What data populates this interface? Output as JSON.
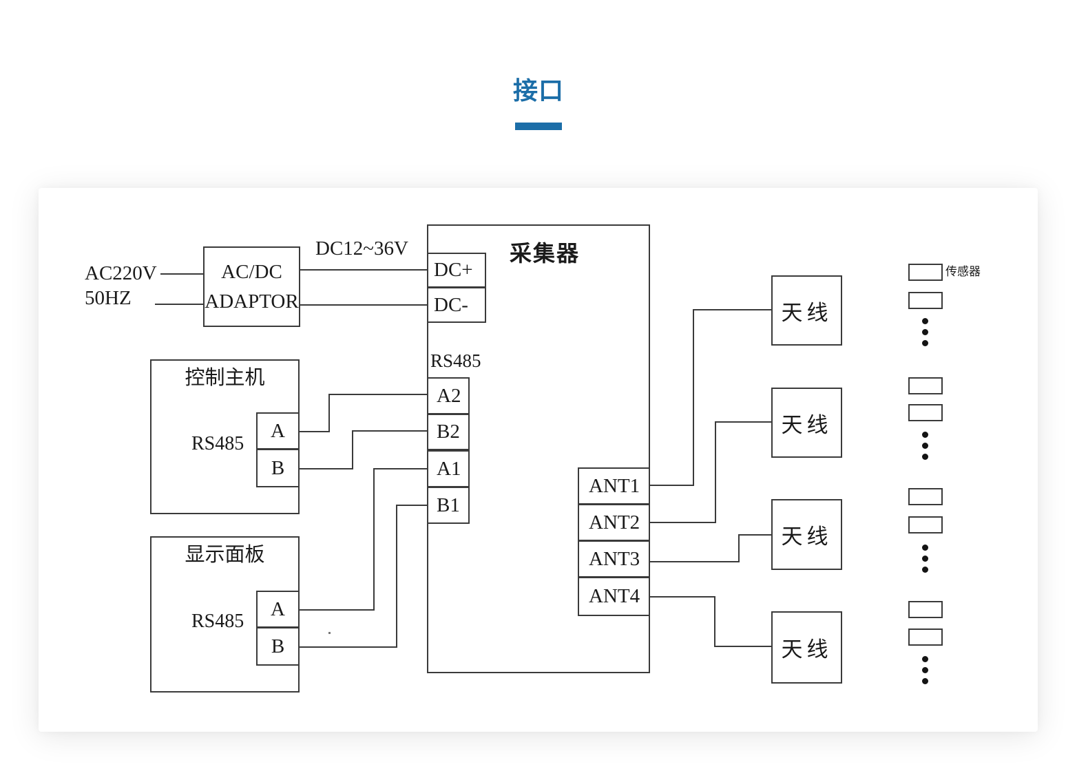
{
  "section_title": {
    "text": "接口",
    "accent_color": "#1c6ea8"
  },
  "diagram": {
    "power_input": {
      "line1": "AC220V",
      "line2": "50HZ"
    },
    "adaptor": {
      "line1": "AC/DC",
      "line2": "ADAPTOR"
    },
    "dc_output_label": "DC12~36V",
    "collector": {
      "title": "采集器",
      "rs485_label": "RS485",
      "dc_terminals": [
        "DC+",
        "DC-"
      ],
      "rs485_terminals": [
        "A2",
        "B2",
        "A1",
        "B1"
      ],
      "ant_terminals": [
        "ANT1",
        "ANT2",
        "ANT3",
        "ANT4"
      ]
    },
    "control_host": {
      "title": "控制主机",
      "rs485_label": "RS485",
      "terminals": [
        "A",
        "B"
      ]
    },
    "display_panel": {
      "title": "显示面板",
      "rs485_label": "RS485",
      "terminals": [
        "A",
        "B"
      ]
    },
    "antennas": [
      {
        "label": "天线"
      },
      {
        "label": "天线"
      },
      {
        "label": "天线"
      },
      {
        "label": "天线"
      }
    ],
    "sensor_label": "传感器"
  }
}
